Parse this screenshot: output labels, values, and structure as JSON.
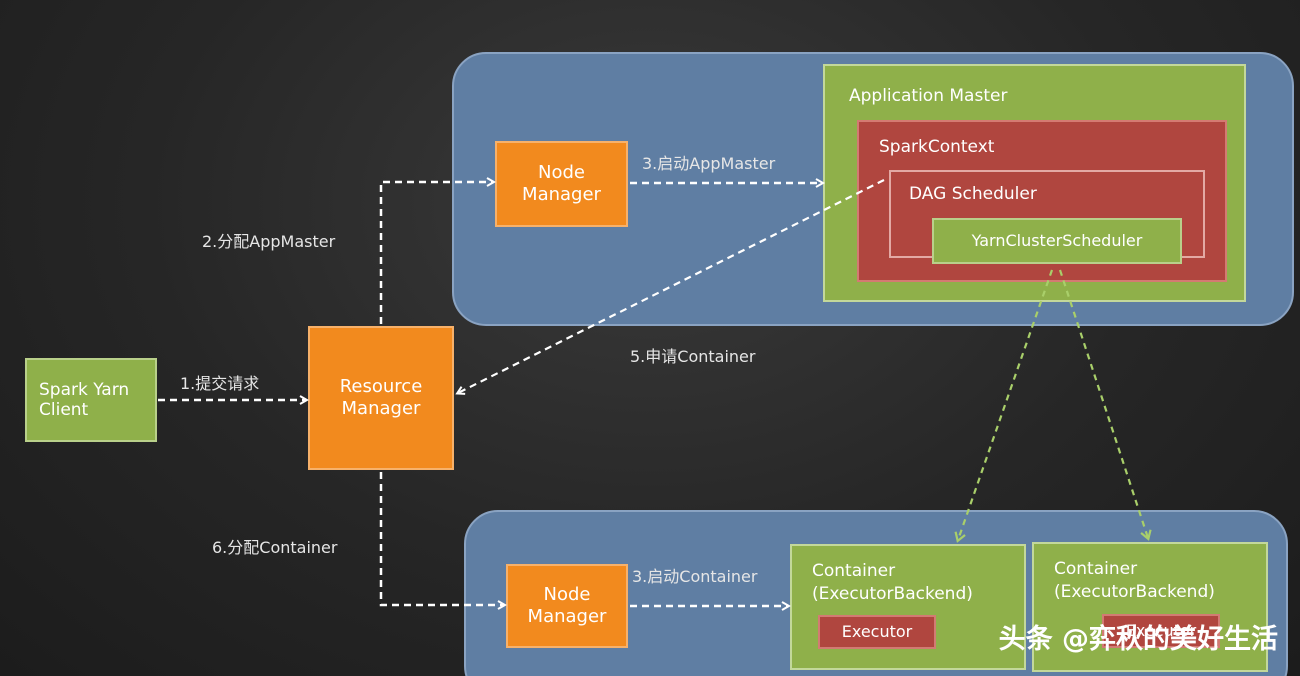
{
  "nodes": {
    "client": "Spark Yarn\nClient",
    "resource_manager": "Resource\nManager",
    "node_manager_top": "Node\nManager",
    "node_manager_bottom": "Node\nManager",
    "application_master": "Application Master",
    "spark_context": "SparkContext",
    "dag_scheduler": "DAG Scheduler",
    "yarn_cluster_scheduler": "YarnClusterScheduler",
    "container_1": "Container\n(ExecutorBackend)",
    "container_2": "Container\n(ExecutorBackend)",
    "executor_1": "Executor",
    "executor_2": "Executor"
  },
  "steps": {
    "submit": "1.提交请求",
    "allocate_am": "2.分配AppMaster",
    "launch_am": "3.启动AppMaster",
    "request_container": "5.申请Container",
    "allocate_container": "6.分配Container",
    "launch_container": "3.启动Container"
  },
  "watermark": "头条 @弈秋的美好生活",
  "colors": {
    "orange": "#f28a1e",
    "green": "#8fb04a",
    "red": "#b0463f",
    "cluster_blue": "#5f7ea3",
    "arrow_white": "#ffffff",
    "arrow_green": "#a9cf6a"
  }
}
